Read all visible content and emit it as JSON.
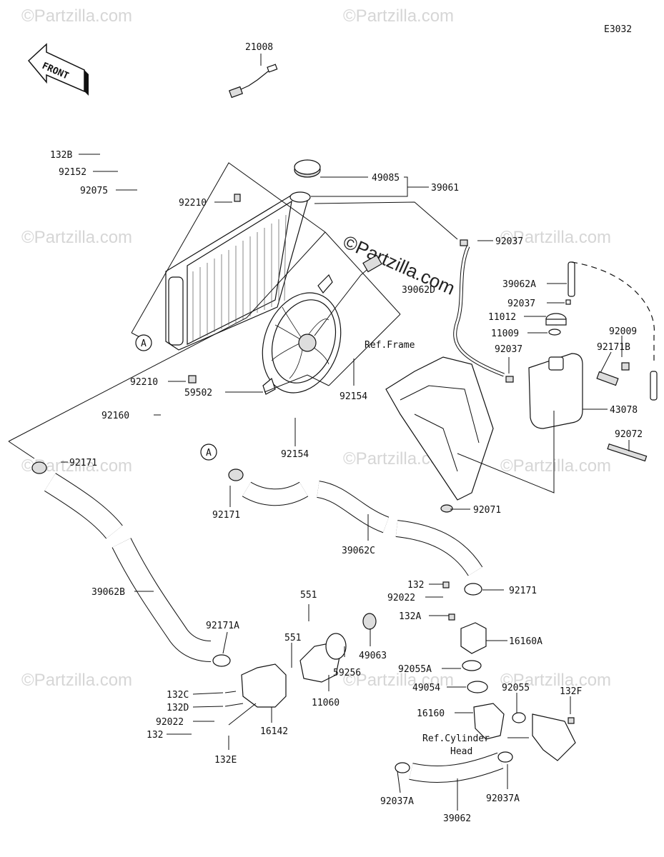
{
  "diagram_code": "E3032",
  "front_label": "FRONT",
  "watermarks": [
    "©Partzilla.com",
    "©Partzilla.com",
    "©Partzilla.com",
    "©Partzilla.com",
    "©Partzilla.com",
    "©Partzilla.com",
    "©Partzilla.com",
    "©Partzilla.com",
    "©Partzilla.com",
    "©Partzilla.com"
  ],
  "center_watermark": "©Partzilla.com",
  "refs": {
    "frame": "Ref.Frame",
    "cyl1": "Ref.Cylinder",
    "cyl2": "Head"
  },
  "callouts": {
    "a1": "A",
    "a2": "A"
  },
  "labels": {
    "p21008": "21008",
    "p132B": "132B",
    "p92152": "92152",
    "p92075": "92075",
    "p92210a": "92210",
    "p49085": "49085",
    "p39061": "39061",
    "p92037a": "92037",
    "p39062A": "39062A",
    "p39062D": "39062D",
    "p92037b": "92037",
    "p11012": "11012",
    "p11009": "11009",
    "p92009": "92009",
    "p92037c": "92037",
    "p92171B": "92171B",
    "p43078": "43078",
    "p92210b": "92210",
    "p59502": "59502",
    "p92154a": "92154",
    "p92154b": "92154",
    "p92160": "92160",
    "p92072": "92072",
    "p92171a": "92171",
    "p92171b": "92171",
    "p92071": "92071",
    "p39062C": "39062C",
    "p132": "132",
    "p92022a": "92022",
    "p92171c": "92171",
    "p132A": "132A",
    "p16160A": "16160A",
    "p39062B": "39062B",
    "p551a": "551",
    "p551b": "551",
    "p49063": "49063",
    "p92055A": "92055A",
    "p92171A": "92171A",
    "p59256": "59256",
    "p49054": "49054",
    "p92055": "92055",
    "p132F": "132F",
    "p132C": "132C",
    "p132D": "132D",
    "p92022b": "92022",
    "p132b2": "132",
    "p16142": "16142",
    "p11060": "11060",
    "p16160": "16160",
    "p132E": "132E",
    "p92037A1": "92037A",
    "p92037A2": "92037A",
    "p39062": "39062"
  }
}
